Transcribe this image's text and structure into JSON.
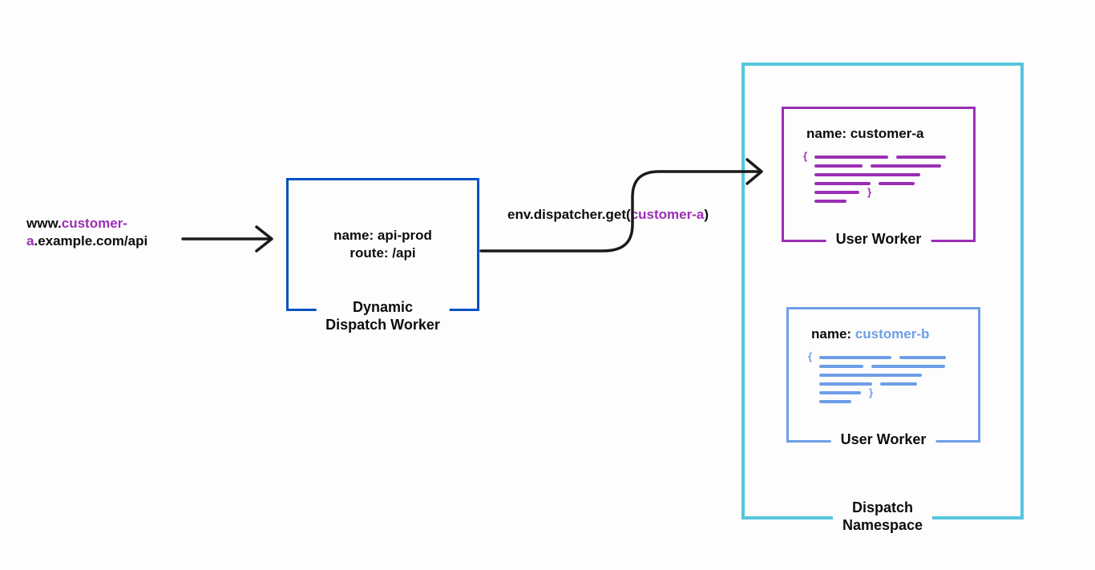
{
  "colors": {
    "purple": "#9b2fb4",
    "blue": "#0051c3",
    "cornflower": "#6d9ee8",
    "cyan": "#55c6dd",
    "ink": "#0d0d0d"
  },
  "request": {
    "url_prefix": "www.",
    "url_highlight": "customer-a",
    "url_suffix": ".example.com/api"
  },
  "dispatch_worker": {
    "name_line": "name: api-prod",
    "route_line": "route: /api",
    "caption_line1": "Dynamic",
    "caption_line2": "Dispatch Worker"
  },
  "dispatcher_call": {
    "prefix": "env.dispatcher.get(",
    "argument": "customer-a",
    "suffix": ")"
  },
  "namespace": {
    "caption_line1": "Dispatch",
    "caption_line2": "Namespace"
  },
  "worker_a": {
    "name_prefix": "name: ",
    "name_value": "customer-a",
    "caption": "User Worker"
  },
  "worker_b": {
    "name_prefix": "name: ",
    "name_value": "customer-b",
    "caption": "User Worker"
  },
  "code": {
    "open_brace": "{",
    "close_brace": "}"
  }
}
